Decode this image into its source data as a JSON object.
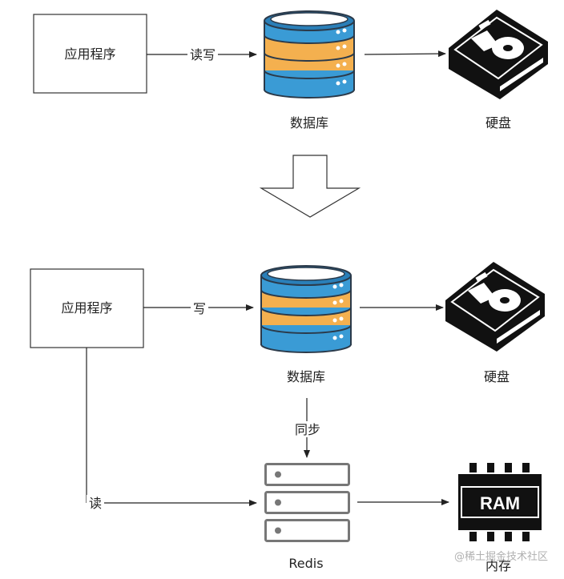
{
  "top": {
    "app_label": "应用程序",
    "rw_label": "读写",
    "db_label": "数据库",
    "disk_label": "硬盘"
  },
  "bottom": {
    "app_label": "应用程序",
    "write_label": "写",
    "db_label": "数据库",
    "disk_label": "硬盘",
    "sync_label": "同步",
    "read_label": "读",
    "redis_label": "Redis",
    "memory_label": "内存",
    "ram_chip_text": "RAM"
  },
  "watermark": "@稀土掘金技术社区",
  "colors": {
    "db_blue": "#3a9bd5",
    "db_blue_dark": "#2a7fb8",
    "db_orange": "#f4b04f",
    "db_dark": "#2b3a4a",
    "disk": "#111111",
    "server": "#777777"
  },
  "icons": [
    "database-icon",
    "hard-disk-icon",
    "redis-server-icon",
    "ram-chip-icon",
    "down-arrow"
  ]
}
